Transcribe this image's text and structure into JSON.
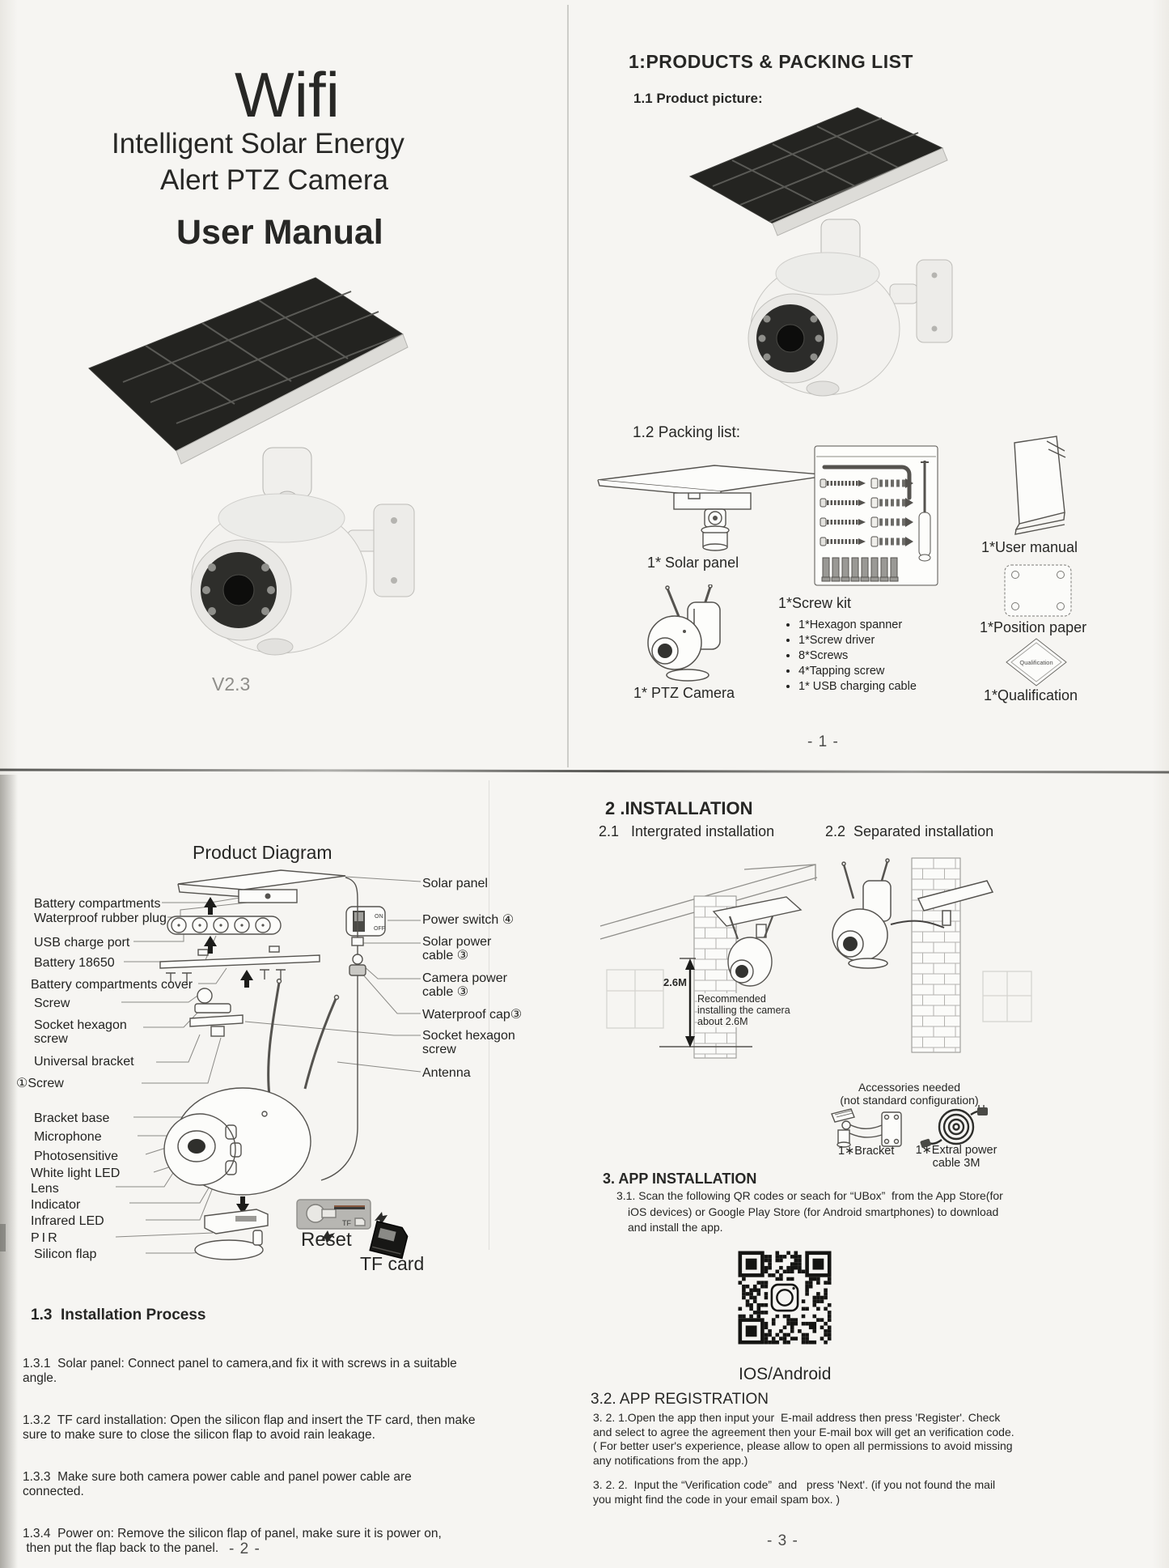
{
  "title_page": {
    "brand": "Wifi",
    "subtitle1": "Intelligent Solar Energy",
    "subtitle2": "Alert PTZ Camera",
    "heading": "User Manual",
    "version": "V2.3"
  },
  "page1": {
    "heading": "1:PRODUCTS & PACKING LIST",
    "product_picture_heading": "1.1 Product picture:",
    "packing_list_heading": "1.2 Packing list:",
    "solar_panel_label": "1* Solar panel",
    "screw_kit_label": "1*Screw kit",
    "screw_kit_items": [
      "1*Hexagon spanner",
      "1*Screw driver",
      "8*Screws",
      "4*Tapping screw",
      "1* USB charging cable"
    ],
    "ptz_camera_label": "1* PTZ Camera",
    "user_manual_label": "1*User manual",
    "position_paper_label": "1*Position paper",
    "qualification_label": "1*Qualification",
    "qualification_stamp": "Qualification",
    "page_number": "- 1 -"
  },
  "page2": {
    "diagram_title": "Product Diagram",
    "left_labels": [
      "Battery compartments",
      "Waterproof rubber plug",
      "USB charge port",
      "Battery 18650",
      "Battery compartments cover",
      "Screw",
      "Socket hexagon\nscrew",
      "Universal bracket",
      "①Screw",
      "Bracket base",
      "Microphone",
      "Photosensitive",
      "White light LED",
      "Lens",
      "Indicator",
      "Infrared LED",
      "PIR",
      "Silicon flap"
    ],
    "right_labels": [
      "Solar panel",
      "Power switch ④",
      "Solar power\ncable ③",
      "Camera power\ncable ③",
      "Waterproof cap③",
      "Socket hexagon\nscrew",
      "Antenna"
    ],
    "reset_label": "Reset",
    "tf_card_label": "TF card",
    "tf_slot_text": "TF",
    "switch_on": "ON",
    "switch_off": "OFF",
    "install_heading": "1.3  Installation Process",
    "install_steps": [
      "1.3.1  Solar panel: Connect panel to camera,and fix it with screws in a suitable angle.",
      "1.3.2  TF card installation: Open the silicon flap and insert the TF card, then make sure to make sure to close the silicon flap to avoid rain leakage.",
      "1.3.3  Make sure both camera power cable and panel power cable are connected.",
      "1.3.4  Power on: Remove the silicon flap of panel, make sure it is power on,\n then put the flap back to the panel."
    ],
    "page_number": "- 2 -"
  },
  "page3": {
    "heading": "2 .INSTALLATION",
    "integrated_heading": "2.1   Intergrated installation",
    "separated_heading": "2.2  Separated installation",
    "height_label": "2.6M",
    "recommend_note": "Recommended\ninstalling the camera\nabout 2.6M",
    "accessories_note": "Accessories needed\n(not standard configuration)",
    "bracket_label": "1∗Bracket",
    "extra_cable_label": "1∗Extral power\ncable 3M",
    "app_install_heading": "3. APP INSTALLATION",
    "app_install_text": "3.1. Scan the following QR codes or seach for “UBox”  from the App Store(for iOS devices) or Google Play Store (for Android smartphones) to download and install the app.",
    "qr_caption": "IOS/Android",
    "registration_heading": "3.2. APP REGISTRATION",
    "registration_steps": [
      "3. 2. 1.Open the app then input your  E-mail address then press 'Register'. Check and select to agree the agreement then your E-mail box will get an verification code.( For better user's experience, please allow to open all permissions to avoid missing any notifications from the app.)",
      "3. 2. 2.  Input the “Verification code”  and   press 'Next'. (if you not found the mail you might find the code in your email spam box. )"
    ],
    "page_number": "- 3 -"
  }
}
